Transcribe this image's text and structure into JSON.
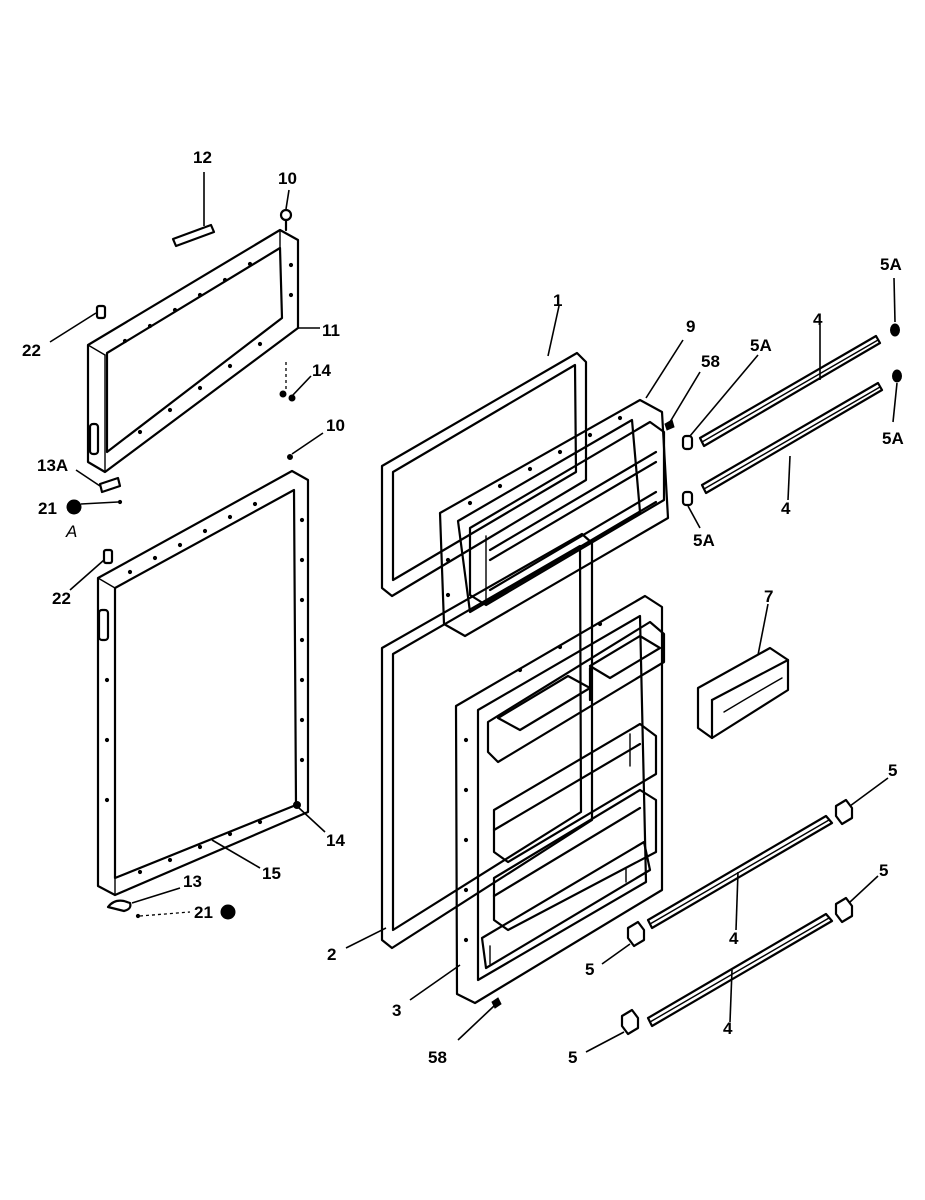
{
  "callouts": {
    "c1": "1",
    "c2": "2",
    "c3": "3",
    "c4a": "4",
    "c4b": "4",
    "c4c": "4",
    "c4d": "4",
    "c5a": "5",
    "c5b": "5",
    "c5c": "5",
    "c5d": "5",
    "c5A_a": "5A",
    "c5A_b": "5A",
    "c5A_c": "5A",
    "c5A_d": "5A",
    "c58a": "58",
    "c58b": "58",
    "c7": "7",
    "c9": "9",
    "c10a": "10",
    "c10b": "10",
    "c11": "11",
    "c12": "12",
    "c13": "13",
    "c13A": "13A",
    "c14a": "14",
    "c14b": "14",
    "c15": "15",
    "c21a": "21",
    "c21b": "21",
    "c22a": "22",
    "c22b": "22",
    "detailA": "A"
  }
}
